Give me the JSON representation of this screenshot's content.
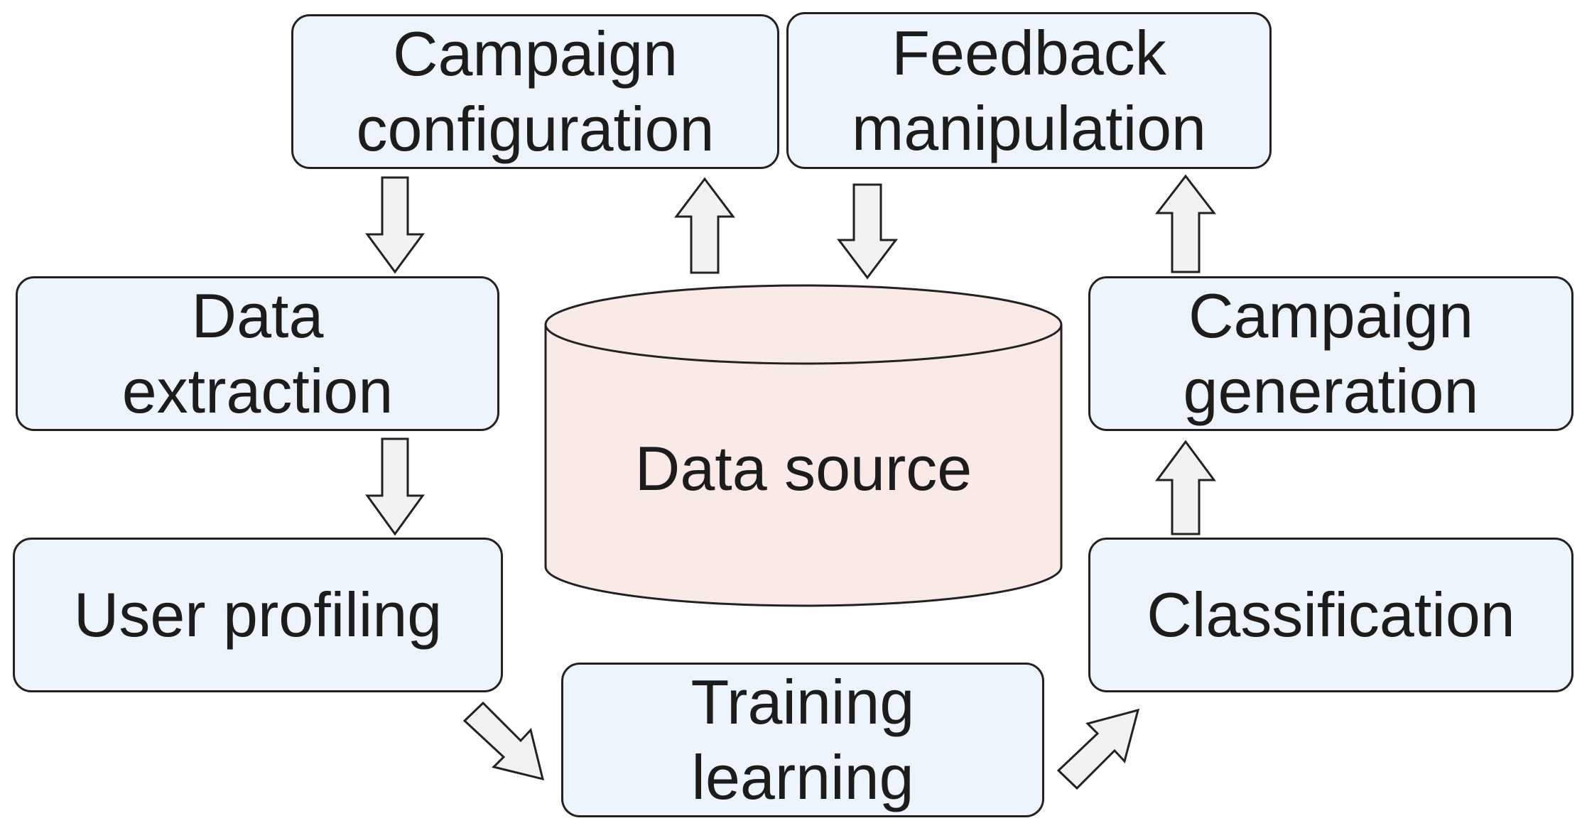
{
  "diagram": {
    "boxes": {
      "campaign_configuration": "Campaign\nconfiguration",
      "feedback_manipulation": "Feedback\nmanipulation",
      "data_extraction": "Data\nextraction",
      "user_profiling": "User profiling",
      "campaign_generation": "Campaign\ngeneration",
      "classification": "Classification",
      "training_learning": "Training\nlearning"
    },
    "database": {
      "label": "Data source"
    },
    "colors": {
      "box_fill": "#eef4fb",
      "database_fill": "#f9e9e7",
      "arrow_fill": "#f2f2f2",
      "stroke": "#222222",
      "text": "#1c1c1c"
    }
  }
}
